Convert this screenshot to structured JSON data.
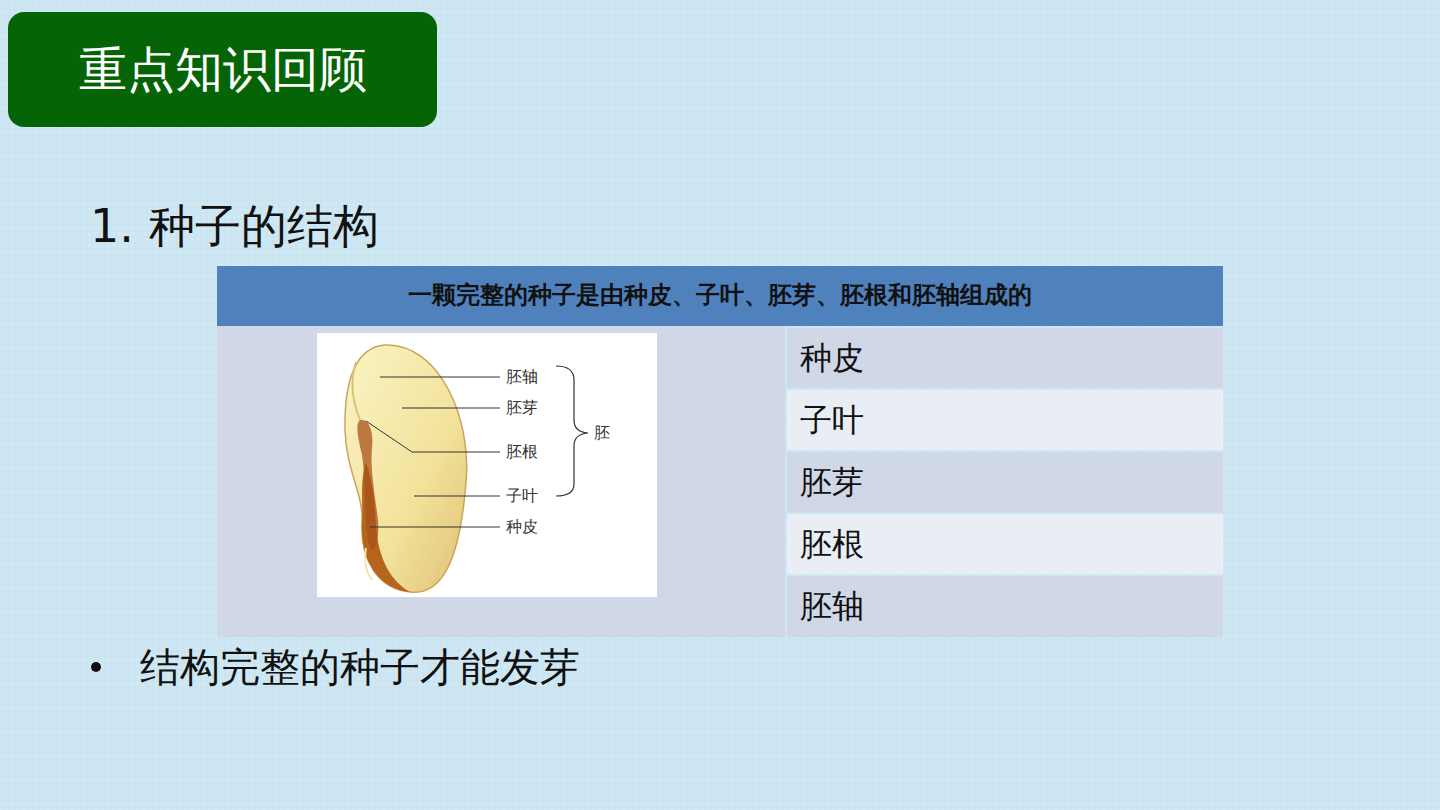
{
  "diagram": {
    "title": "1. 种子的结构",
    "nodes": [
      {
        "text": [
          "重点知识回顾"
        ]
      }
    ],
    "labels": [
      "一颗完整的种子是由种皮、子叶、胚芽、胚根和胚轴组成的",
      "种皮",
      "子叶",
      "胚芽",
      "胚根",
      "胚轴",
      "胚轴",
      "胚芽",
      "胚根",
      "子叶",
      "种皮",
      "胚",
      "结构完整的种子才能发芽"
    ]
  }
}
